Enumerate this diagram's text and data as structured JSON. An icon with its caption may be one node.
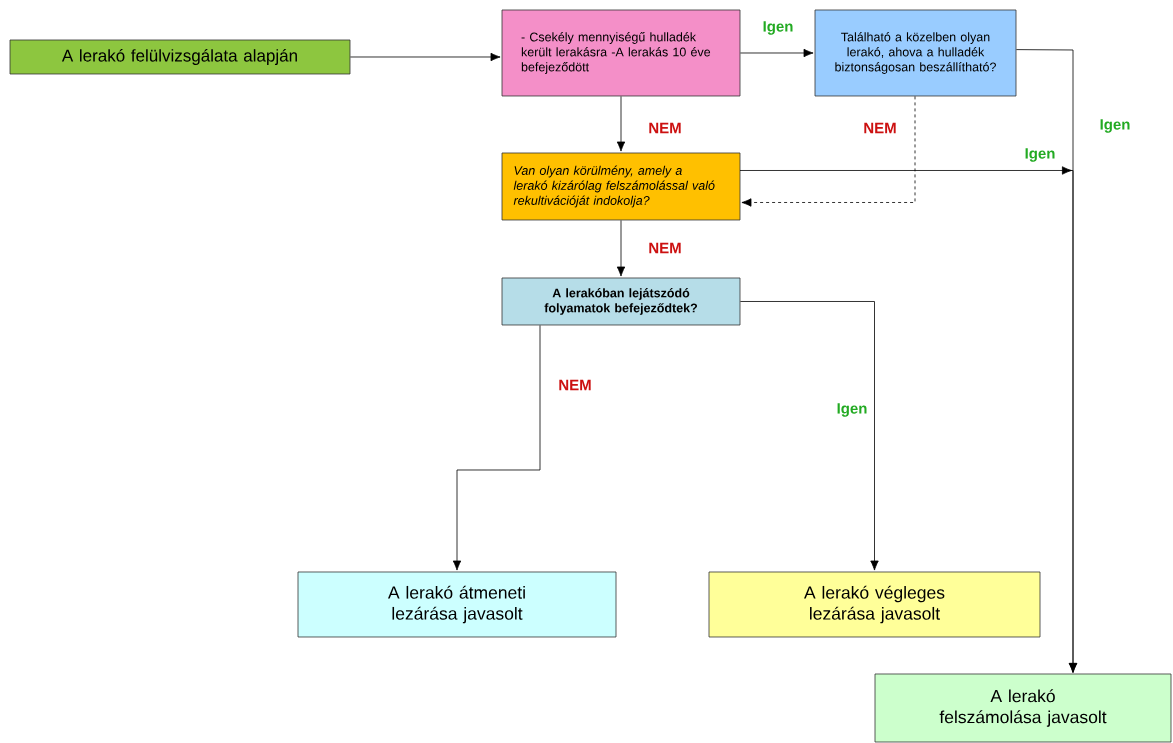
{
  "diagram": {
    "nodes": [
      {
        "text": [
          "A lerakó felülvizsgálata alapján"
        ]
      },
      {
        "text": [
          "- Csekély mennyiségű hulladék került lerakásra -A lerakás 10 éve befejeződött"
        ]
      },
      {
        "text": [
          "Található a közelben olyan lerakó, ahova a hulladék biztonságosan beszállítható?"
        ]
      },
      {
        "text": [
          "Van olyan körülmény, amely a lerakó kizárólag felszámolással való rekultivációját indokolja?"
        ]
      },
      {
        "text": [
          "A lerakóban lejátszódó folyamatok befejeződtek?"
        ]
      },
      {
        "text": [
          "A lerakó átmeneti lezárása javasolt"
        ]
      },
      {
        "text": [
          "A lerakó végleges lezárása javasolt"
        ]
      },
      {
        "text": [
          "A lerakó felszámolása javasolt"
        ]
      }
    ],
    "edges": [
      {
        "from": 0,
        "to": 1,
        "arrow": "to"
      },
      {
        "from": 1,
        "to": 2,
        "arrow": "to",
        "label": "Igen"
      },
      {
        "from": 1,
        "to": 3,
        "arrow": "to",
        "label": "NEM"
      },
      {
        "from": 2,
        "to": 7,
        "arrow": "to",
        "label": "Igen"
      },
      {
        "from": 2,
        "to": 3,
        "arrow": "to",
        "label": "NEM",
        "style": "dashed"
      },
      {
        "from": 3,
        "to": 7,
        "arrow": "to",
        "label": "Igen"
      },
      {
        "from": 3,
        "to": 4,
        "arrow": "to",
        "label": "NEM"
      },
      {
        "from": 4,
        "to": 5,
        "arrow": "to",
        "label": "NEM"
      },
      {
        "from": 4,
        "to": 6,
        "arrow": "to",
        "label": "Igen"
      }
    ]
  }
}
